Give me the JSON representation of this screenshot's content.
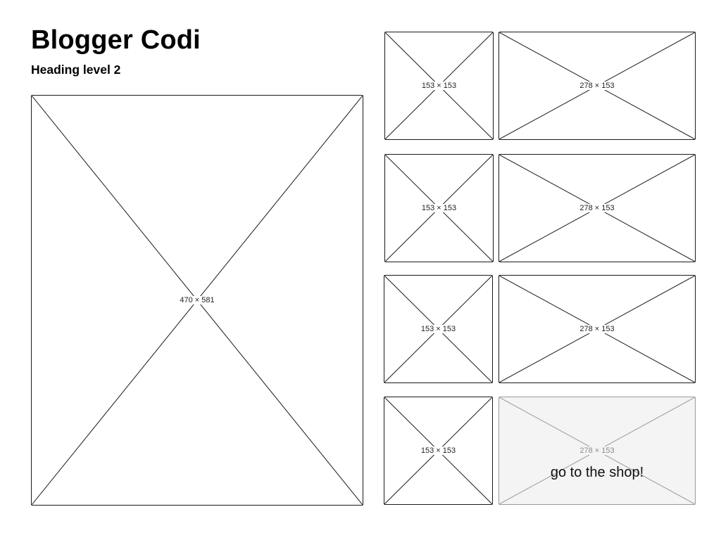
{
  "header": {
    "title": "Blogger Codi",
    "subtitle": "Heading level 2"
  },
  "hero_image": {
    "size_label": "470 × 581"
  },
  "grid": {
    "rows": [
      {
        "square_label": "153 × 153",
        "wide_label": "278 × 153"
      },
      {
        "square_label": "153 × 153",
        "wide_label": "278 × 153"
      },
      {
        "square_label": "153 × 153",
        "wide_label": "278 × 153"
      },
      {
        "square_label": "153 × 153",
        "wide_label": "278 × 153"
      }
    ]
  },
  "shop_link": {
    "label": "go to the shop!"
  }
}
